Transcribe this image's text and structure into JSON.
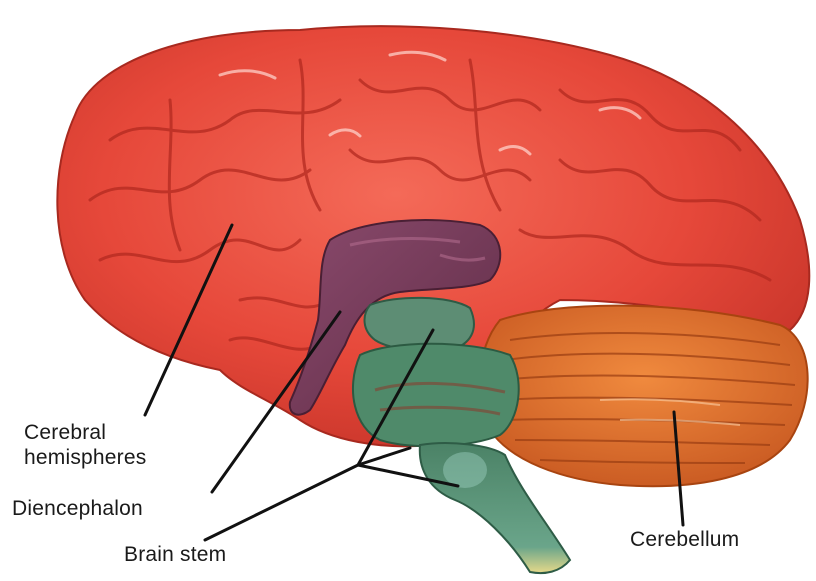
{
  "diagram": {
    "header_fragment": "",
    "labels": {
      "cerebral_line1": "Cerebral",
      "cerebral_line2": "hemispheres",
      "diencephalon": "Diencephalon",
      "brain_stem": "Brain stem",
      "cerebellum": "Cerebellum"
    },
    "colors": {
      "cerebrum": "#e8473a",
      "cerebrum_dark": "#b8261c",
      "diencephalon": "#7d3a5a",
      "brain_stem": "#4f8a6a",
      "cerebellum": "#d8692c",
      "leader_line": "#111111"
    }
  }
}
